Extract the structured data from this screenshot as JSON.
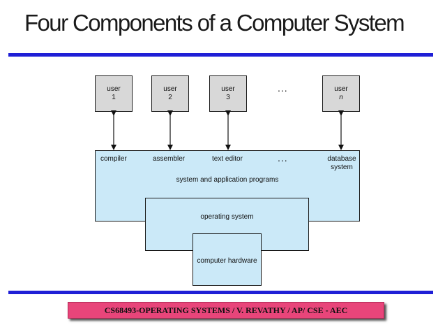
{
  "slide": {
    "title": "Four Components of a Computer System",
    "footer": "CS68493-OPERATING SYSTEMS /  V. REVATHY /  AP/ CSE - AEC"
  },
  "diagram": {
    "users": [
      {
        "line1": "user",
        "line2": "1"
      },
      {
        "line1": "user",
        "line2": "2"
      },
      {
        "line1": "user",
        "line2": "3"
      },
      {
        "line1": "user",
        "line2": "n"
      }
    ],
    "ellipsis": "...",
    "programs": [
      "compiler",
      "assembler",
      "text editor",
      "database\nsystem"
    ],
    "apps_label": "system and application programs",
    "os_label": "operating system",
    "hw_label": "computer hardware"
  },
  "colors": {
    "rule": "#1f1fd6",
    "layer_fill": "#cbe9f8",
    "user_fill": "#d8d8d8",
    "footer_fill": "#e8457a"
  }
}
